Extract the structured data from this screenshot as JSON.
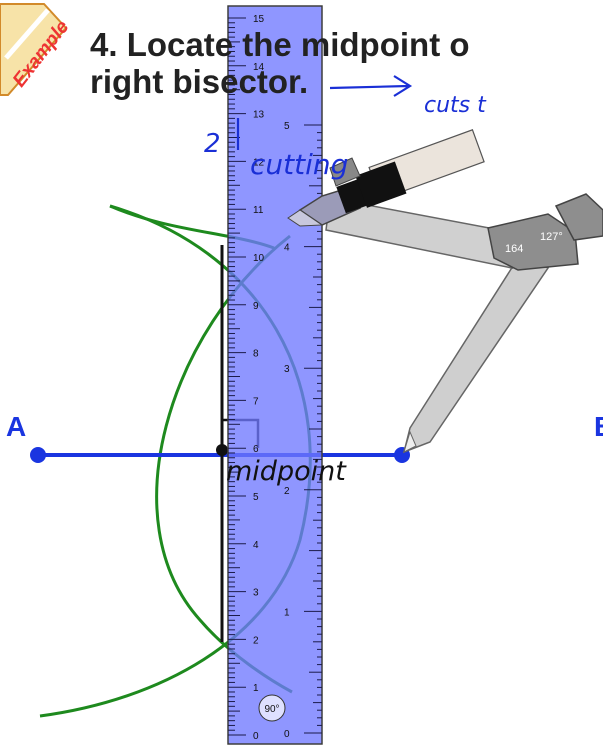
{
  "badge": {
    "text": "Example"
  },
  "heading": {
    "line1": "4. Locate the midpoint o",
    "line2": "right bisector."
  },
  "annotations": {
    "arrow_note": "cuts t",
    "two": "2",
    "cutting": "cutting",
    "midpoint": "midpoint"
  },
  "points": {
    "a": "A",
    "b": "B"
  },
  "ruler": {
    "cm_labels": [
      "15",
      "14",
      "13",
      "12",
      "11",
      "10",
      "9",
      "8",
      "7",
      "6",
      "5",
      "4",
      "3",
      "2",
      "1",
      "0"
    ],
    "inch_labels": [
      "5",
      "4",
      "3",
      "2",
      "1",
      "0"
    ],
    "angle_badge": "90°"
  },
  "compass": {
    "angle": "127°",
    "radius": "164"
  },
  "colors": {
    "segment": "#1a35e0",
    "arc": "#1e8a1e",
    "ruler": "#6f78ff",
    "ink": "#1a2fd6"
  }
}
